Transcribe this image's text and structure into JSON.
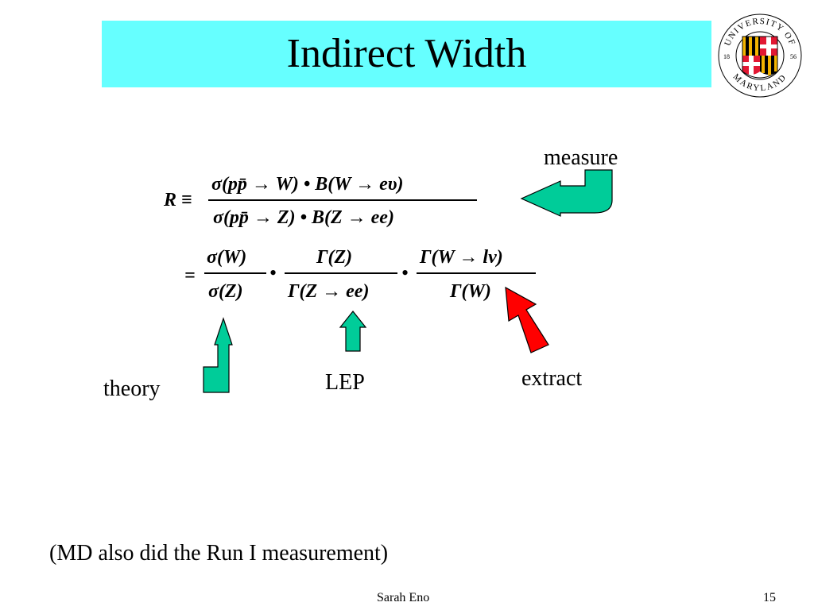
{
  "slide": {
    "title": "Indirect Width",
    "labels": {
      "measure": "measure",
      "theory": "theory",
      "lep": "LEP",
      "extract": "extract"
    },
    "note": "(MD also did the Run I measurement)",
    "footer": {
      "author": "Sarah Eno",
      "page": "15"
    },
    "logo": {
      "ring_text_top": "UNIVERSITY OF",
      "ring_text_bottom": "MARYLAND",
      "year_left": "18",
      "year_right": "56"
    },
    "equation": {
      "lhs": "R ≡",
      "line1_num": "σ(pp̄ → W) • B(W → eυ)",
      "line1_den": "σ(pp̄ → Z) • B(Z → ee)",
      "eq2_sign": "=",
      "f1_num": "σ(W)",
      "f1_den": "σ(Z)",
      "f2_num": "Γ(Z)",
      "f2_den": "Γ(Z → ee)",
      "f3_num": "Γ(W → lν)",
      "f3_den": "Γ(W)",
      "bullet": "•"
    },
    "colors": {
      "title_bg": "#66ffff",
      "arrow_green": "#00cc99",
      "arrow_red": "#ff0000"
    }
  }
}
